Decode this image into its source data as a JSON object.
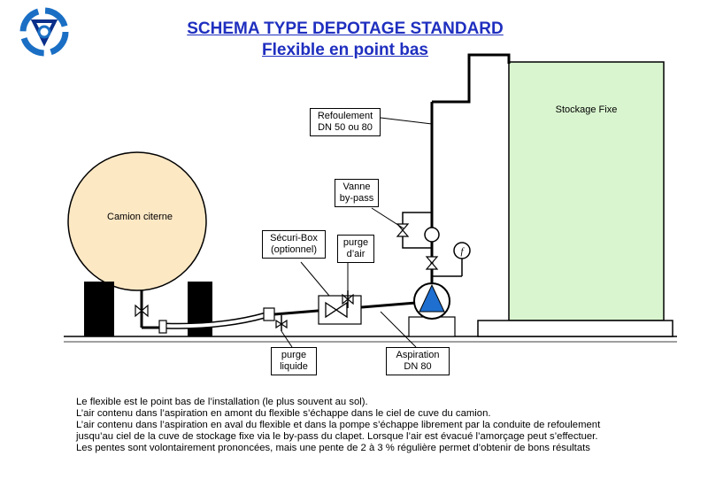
{
  "title": "SCHEMA TYPE DEPOTAGE STANDARD",
  "subtitle": "Flexible en point bas",
  "logo": {
    "icon": "company-logo-icon",
    "colors": [
      "#1a6fc4",
      "#0a2f8a"
    ]
  },
  "colors": {
    "title": "#1f2fbf",
    "pump": "#1e6fd0",
    "tank_fill": "#d9f5cf"
  },
  "labels": {
    "stockage": "Stockage Fixe",
    "camion": "Camion citerne",
    "refoulement": [
      "Refoulement",
      "DN 50 ou 80"
    ],
    "vanne": [
      "Vanne",
      "by-pass"
    ],
    "securibox": [
      "Sécuri-Box",
      "(optionnel)"
    ],
    "purge_air": [
      "purge",
      "d’air"
    ],
    "purge_liquide": [
      "purge",
      "liquide"
    ],
    "aspiration": [
      "Aspiration",
      "DN 80"
    ],
    "gauge_symbol": "f"
  },
  "description": [
    "Le flexible est le point bas de l’installation (le plus souvent au sol).",
    "L’air contenu dans l’aspiration en amont du flexible s’échappe dans le ciel de cuve du camion.",
    "L’air contenu dans l’aspiration en aval du flexible et dans la pompe s’échappe librement par la conduite de refoulement",
    "jusqu’au ciel de la cuve de stockage fixe via le by-pass du clapet. Lorsque l’air est évacué l’amorçage peut s’effectuer.",
    "Les pentes sont volontairement prononcées, mais une pente de 2 à 3 % régulière permet d’obtenir de bons résultats"
  ]
}
